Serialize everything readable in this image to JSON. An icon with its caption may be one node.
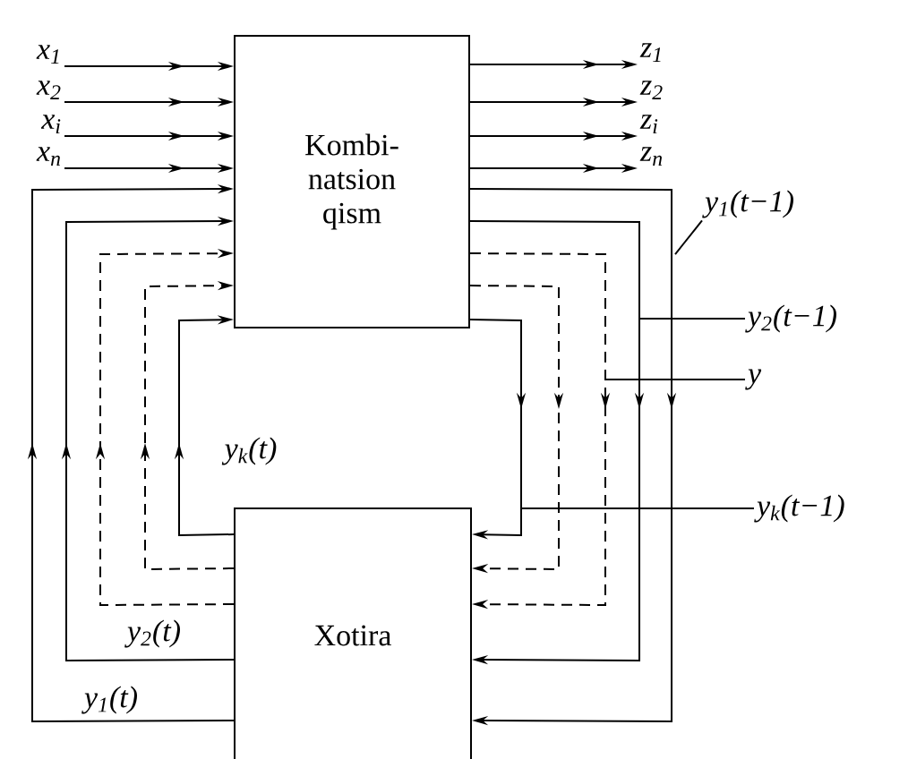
{
  "diagram": {
    "nodes": [
      {
        "text": [
          "x$_{1}$"
        ]
      },
      {
        "text": [
          "x$_{2}$"
        ]
      },
      {
        "text": [
          "x$_{i}$"
        ]
      },
      {
        "text": [
          "x$_{n}$"
        ]
      },
      {
        "text": [
          "Kombi- natsion qism"
        ]
      },
      {
        "text": [
          "z$_{1}$"
        ]
      },
      {
        "text": [
          "z$_{2}$"
        ]
      },
      {
        "text": [
          "z$_{i}$"
        ]
      },
      {
        "text": [
          "z$_{n}$"
        ]
      },
      {
        "text": [
          "y$_{1}$(t−1)"
        ]
      },
      {
        "text": [
          "y$_{2}$(t−1)"
        ]
      },
      {
        "text": [
          "y"
        ]
      },
      {
        "text": [
          "y$_{k}$(t−1)"
        ]
      },
      {
        "text": [
          "Xotira"
        ]
      }
    ],
    "edges": [
      {
        "from": 0,
        "to": 4,
        "arrow": "to"
      },
      {
        "from": 1,
        "to": 4,
        "arrow": "to"
      },
      {
        "from": 2,
        "to": 4,
        "arrow": "to"
      },
      {
        "from": 3,
        "to": 4,
        "arrow": "to"
      },
      {
        "from": 4,
        "to": 5,
        "arrow": "to"
      },
      {
        "from": 4,
        "to": 6,
        "arrow": "to"
      },
      {
        "from": 4,
        "to": 7,
        "arrow": "to"
      },
      {
        "from": 4,
        "to": 8,
        "arrow": "to"
      },
      {
        "from": 4,
        "to": 13,
        "arrow": "to"
      },
      {
        "from": 4,
        "to": 13,
        "arrow": "to"
      },
      {
        "from": 4,
        "to": 13,
        "arrow": "to",
        "style": "dashed"
      },
      {
        "from": 4,
        "to": 13,
        "arrow": "to",
        "style": "dashed"
      },
      {
        "from": 4,
        "to": 13,
        "arrow": "to"
      },
      {
        "from": 13,
        "to": 4,
        "arrow": "to",
        "label": "y$_{1}$(t)"
      },
      {
        "from": 13,
        "to": 4,
        "arrow": "to",
        "label": "y$_{2}$(t)"
      },
      {
        "from": 13,
        "to": 4,
        "arrow": "to",
        "style": "dashed"
      },
      {
        "from": 13,
        "to": 4,
        "arrow": "to",
        "style": "dashed"
      },
      {
        "from": 13,
        "to": 4,
        "arrow": "to",
        "label": "y$_{k}$(t)"
      },
      {
        "from": 9,
        "to": null,
        "arrow": "none"
      },
      {
        "from": 10,
        "to": null,
        "arrow": "none"
      },
      {
        "from": 11,
        "to": null,
        "arrow": "none"
      },
      {
        "from": 12,
        "to": null,
        "arrow": "none"
      }
    ]
  }
}
